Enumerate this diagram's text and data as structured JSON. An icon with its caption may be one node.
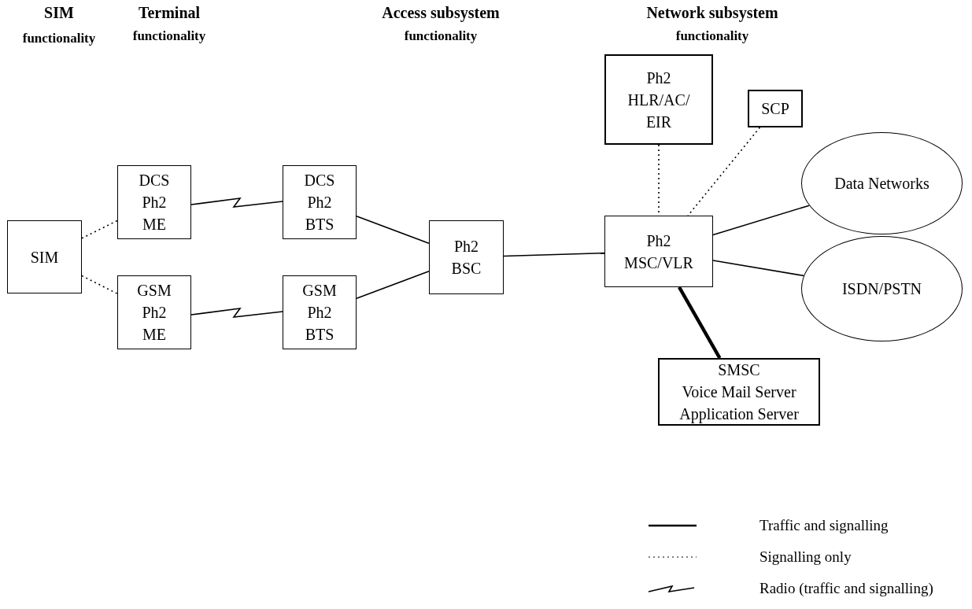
{
  "diagram": {
    "nodes": [
      {
        "text": [
          "SIM"
        ]
      },
      {
        "text": [
          "DCS Ph2 ME"
        ]
      },
      {
        "text": [
          "GSM Ph2 ME"
        ]
      },
      {
        "text": [
          "DCS Ph2 BTS"
        ]
      },
      {
        "text": [
          "GSM Ph2 BTS"
        ]
      },
      {
        "text": [
          "Ph2 BSC"
        ]
      },
      {
        "text": [
          "Ph2 HLR/AC/ EIR"
        ]
      },
      {
        "text": [
          "SCP"
        ]
      },
      {
        "text": [
          "Ph2 MSC/VLR"
        ]
      },
      {
        "text": [
          "Data Networks"
        ]
      },
      {
        "text": [
          "ISDN/PSTN"
        ]
      },
      {
        "text": [
          "SMSC",
          "Voice Mail Server",
          "Application Server"
        ]
      }
    ],
    "edges": [
      {
        "from": 0,
        "to": 1,
        "arrow": "none",
        "style": "dashed"
      },
      {
        "from": 0,
        "to": 2,
        "arrow": "none",
        "style": "dashed"
      },
      {
        "from": 1,
        "to": 3,
        "arrow": "none"
      },
      {
        "from": 2,
        "to": 4,
        "arrow": "none"
      },
      {
        "from": 3,
        "to": 5,
        "arrow": "none"
      },
      {
        "from": 4,
        "to": 5,
        "arrow": "none"
      },
      {
        "from": 5,
        "to": 8,
        "arrow": "none"
      },
      {
        "from": 6,
        "to": 8,
        "arrow": "none",
        "style": "dashed"
      },
      {
        "from": 7,
        "to": 8,
        "arrow": "none",
        "style": "dashed"
      },
      {
        "from": 8,
        "to": 9,
        "arrow": "none"
      },
      {
        "from": 8,
        "to": 10,
        "arrow": "none"
      },
      {
        "from": 8,
        "to": 11,
        "arrow": "none",
        "style": "thick"
      }
    ],
    "labels": [
      "SIM",
      "functionality",
      "Terminal",
      "functionality",
      "Access subsystem",
      "functionality",
      "Network subsystem",
      "functionality"
    ],
    "legend": [
      {
        "text": "Traffic and signalling"
      },
      {
        "text": "Signalling only"
      },
      {
        "text": "Radio (traffic and signalling)"
      }
    ]
  }
}
